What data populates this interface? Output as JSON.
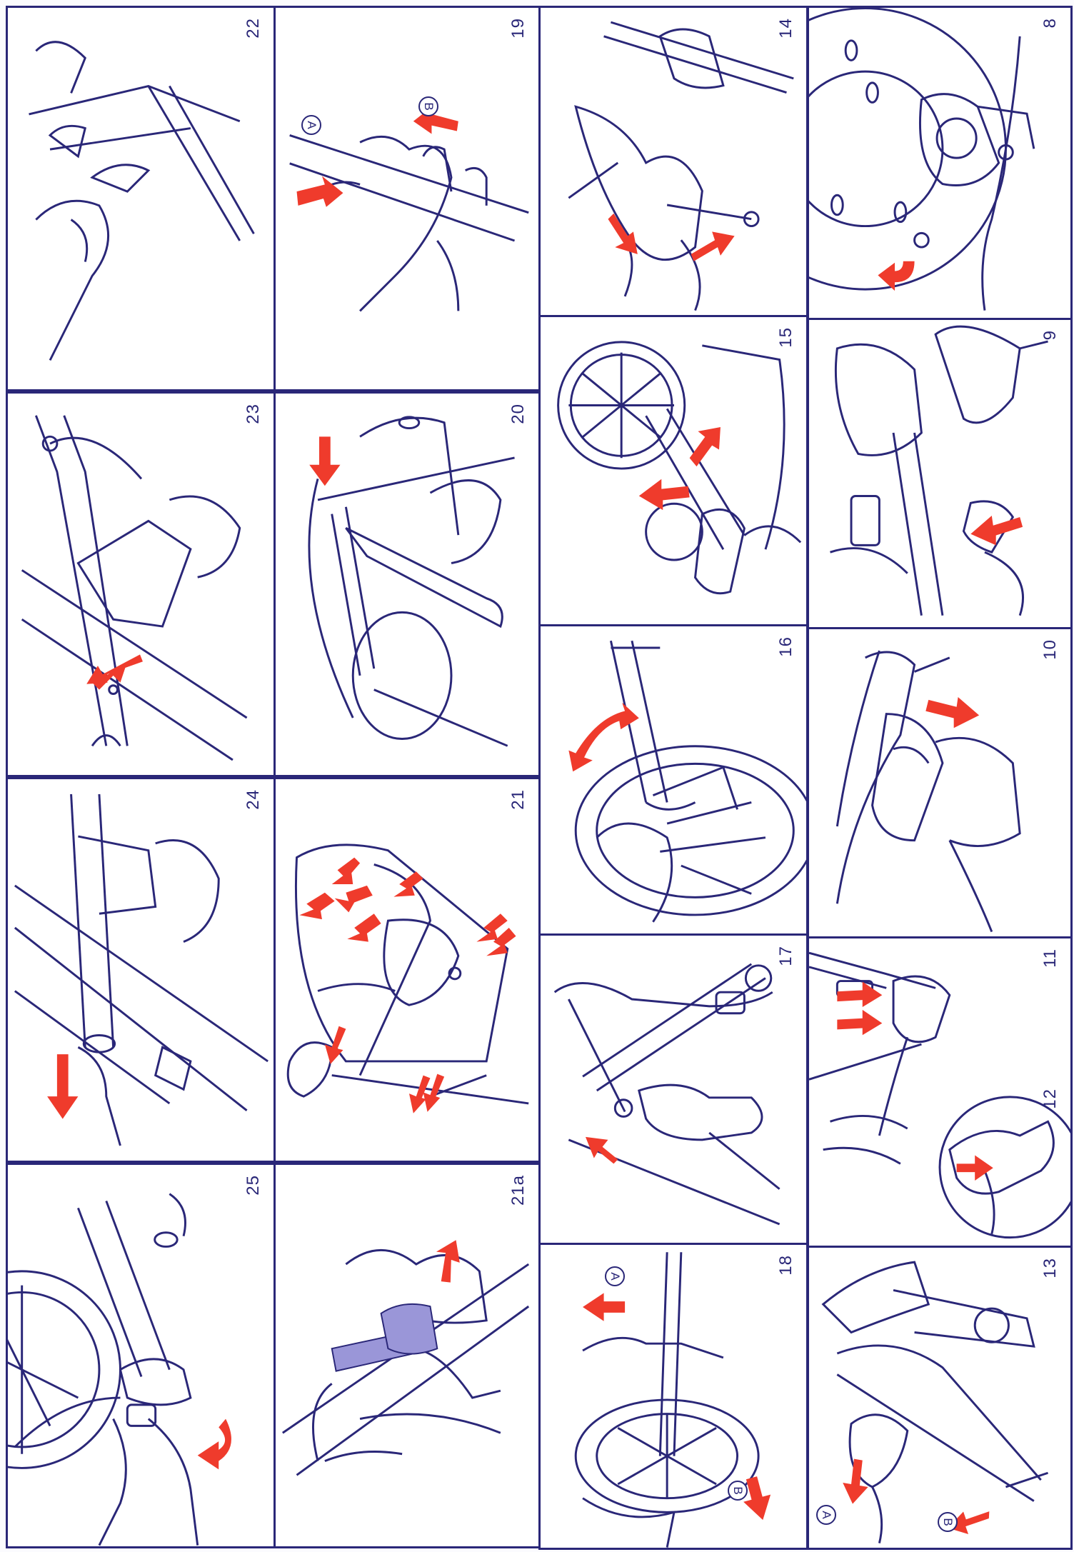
{
  "colors": {
    "line": "#2a2778",
    "arrow": "#ef3b2c",
    "highlight": "#9a96d8",
    "paper": "#ffffff"
  },
  "panels": [
    {
      "id": "p22",
      "number": "22",
      "callouts": []
    },
    {
      "id": "p19",
      "number": "19",
      "callouts": [
        "A",
        "B"
      ]
    },
    {
      "id": "p14",
      "number": "14",
      "callouts": []
    },
    {
      "id": "p8",
      "number": "8",
      "callouts": []
    },
    {
      "id": "p15",
      "number": "15",
      "callouts": []
    },
    {
      "id": "p9",
      "number": "9",
      "callouts": []
    },
    {
      "id": "p23",
      "number": "23",
      "callouts": []
    },
    {
      "id": "p20",
      "number": "20",
      "callouts": []
    },
    {
      "id": "p16",
      "number": "16",
      "callouts": []
    },
    {
      "id": "p10",
      "number": "10",
      "callouts": []
    },
    {
      "id": "p24",
      "number": "24",
      "callouts": []
    },
    {
      "id": "p21",
      "number": "21",
      "callouts": []
    },
    {
      "id": "p17",
      "number": "17",
      "callouts": []
    },
    {
      "id": "p11",
      "number": "11",
      "callouts": []
    },
    {
      "id": "p12",
      "number": "12",
      "callouts": []
    },
    {
      "id": "p25",
      "number": "25",
      "callouts": []
    },
    {
      "id": "p21a",
      "number": "21a",
      "callouts": []
    },
    {
      "id": "p18",
      "number": "18",
      "callouts": [
        "A",
        "B"
      ]
    },
    {
      "id": "p13",
      "number": "13",
      "callouts": [
        "A",
        "B"
      ]
    }
  ]
}
